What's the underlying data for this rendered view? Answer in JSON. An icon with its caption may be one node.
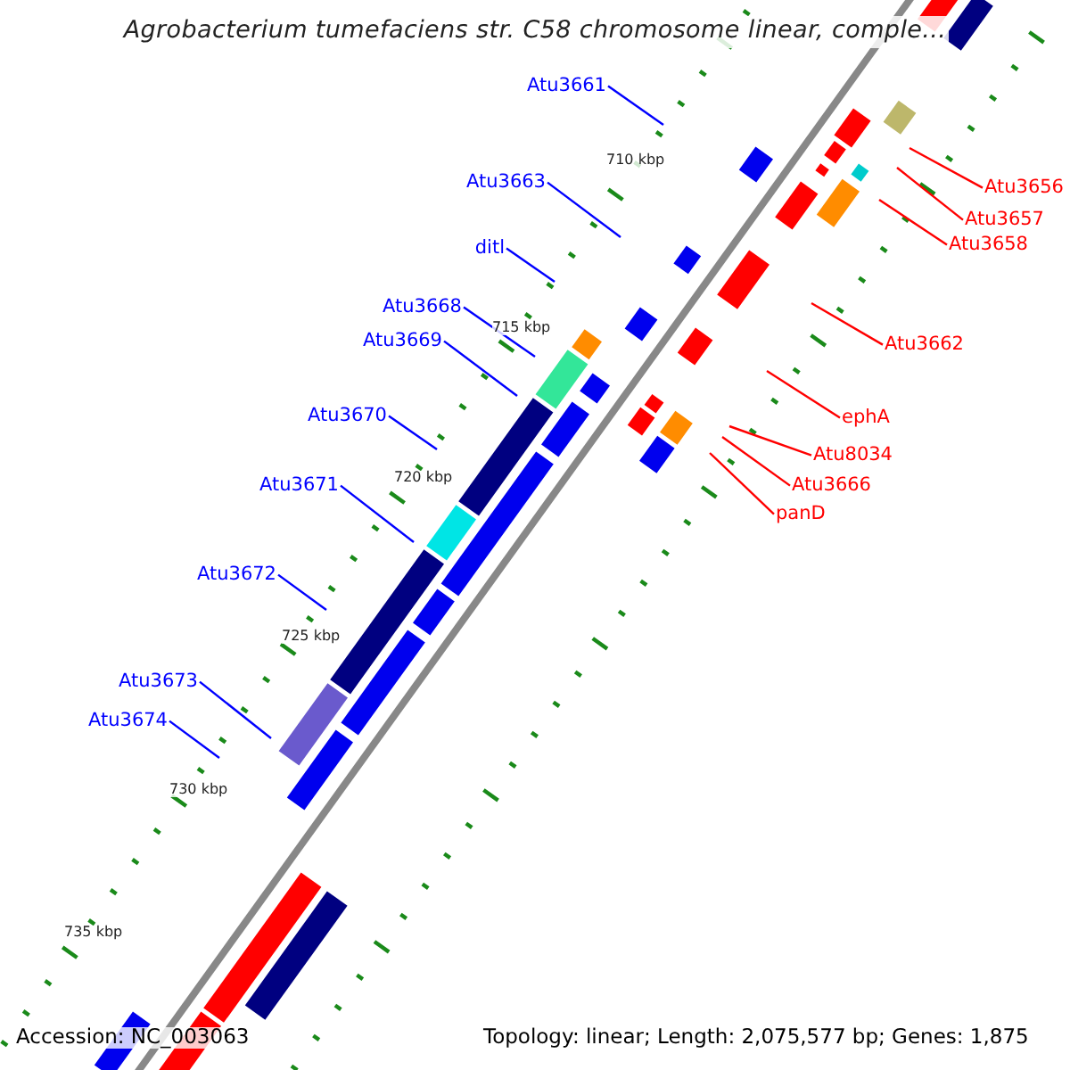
{
  "diagram": {
    "title": "Agrobacterium tumefaciens str. C58 chromosome linear, comple...",
    "nodes": [
      {
        "text": [
          "Atu3661"
        ]
      },
      {
        "text": [
          "Atu3663"
        ]
      },
      {
        "text": [
          "ditl"
        ]
      },
      {
        "text": [
          "Atu3668"
        ]
      },
      {
        "text": [
          "Atu3669"
        ]
      },
      {
        "text": [
          "Atu3670"
        ]
      },
      {
        "text": [
          "Atu3671"
        ]
      },
      {
        "text": [
          "Atu3672"
        ]
      },
      {
        "text": [
          "Atu3673"
        ]
      },
      {
        "text": [
          "Atu3674"
        ]
      },
      {
        "text": [
          "Atu3656"
        ]
      },
      {
        "text": [
          "Atu3657"
        ]
      },
      {
        "text": [
          "Atu3658"
        ]
      },
      {
        "text": [
          "Atu3662"
        ]
      },
      {
        "text": [
          "ephA"
        ]
      },
      {
        "text": [
          "Atu8034"
        ]
      },
      {
        "text": [
          "Atu3666"
        ]
      },
      {
        "text": [
          "panD"
        ]
      }
    ],
    "edges": [
      {
        "from": 0,
        "to": null,
        "arrow": "none"
      },
      {
        "from": 1,
        "to": null,
        "arrow": "none"
      },
      {
        "from": 2,
        "to": null,
        "arrow": "none"
      },
      {
        "from": 3,
        "to": null,
        "arrow": "none"
      },
      {
        "from": 4,
        "to": null,
        "arrow": "none"
      },
      {
        "from": 5,
        "to": null,
        "arrow": "none"
      },
      {
        "from": 6,
        "to": null,
        "arrow": "none"
      },
      {
        "from": 7,
        "to": null,
        "arrow": "none"
      },
      {
        "from": 8,
        "to": null,
        "arrow": "none"
      },
      {
        "from": 9,
        "to": null,
        "arrow": "none"
      },
      {
        "from": 10,
        "to": null,
        "arrow": "none",
        "color": "#ff0000"
      },
      {
        "from": 11,
        "to": null,
        "arrow": "none",
        "color": "#ff0000"
      },
      {
        "from": 12,
        "to": null,
        "arrow": "none",
        "color": "#ff0000"
      },
      {
        "from": 13,
        "to": null,
        "arrow": "none",
        "color": "#ff0000"
      },
      {
        "from": 14,
        "to": null,
        "arrow": "none",
        "color": "#ff0000"
      },
      {
        "from": 15,
        "to": null,
        "arrow": "none",
        "color": "#ff0000"
      },
      {
        "from": 16,
        "to": null,
        "arrow": "none",
        "color": "#ff0000"
      },
      {
        "from": 17,
        "to": null,
        "arrow": "none",
        "color": "#ff0000"
      }
    ],
    "labels": [
      "710 kbp",
      "715 kbp",
      "720 kbp",
      "725 kbp",
      "730 kbp",
      "735 kbp",
      "Accession: NC_003063",
      "Topology: linear; Length: 2,075,577 bp; Genes: 1,875"
    ]
  }
}
